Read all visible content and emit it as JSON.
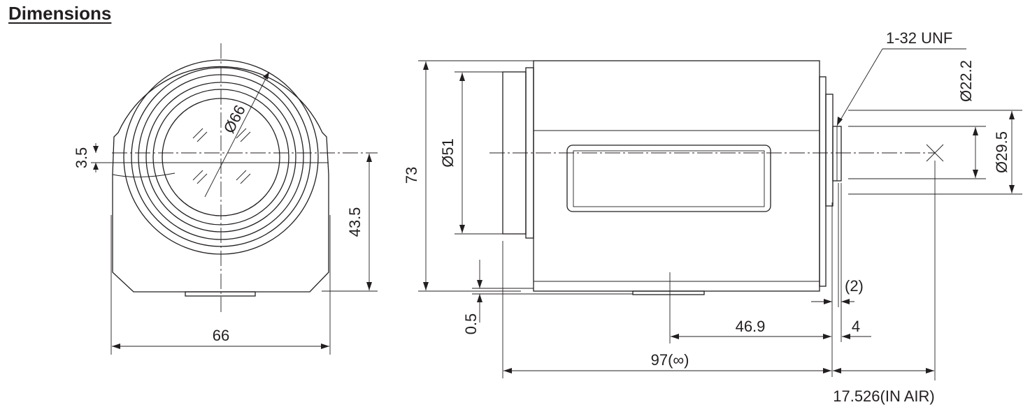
{
  "title": "Dimensions",
  "front_view": {
    "width": "66",
    "diameter": "Ø66",
    "offset": "3.5",
    "height": "43.5"
  },
  "side_view": {
    "height": "73",
    "diameter": "Ø51",
    "thread": "1-32 UNF",
    "mount_inner": "Ø22.2",
    "mount_outer": "Ø29.5",
    "bottom_offset": "0.5",
    "flange_gap": "(2)",
    "center_to_flange": "46.9",
    "flange_thickness": "4",
    "total_length": "97(∞)",
    "back_focus": "17.526(IN AIR)"
  },
  "colors": {
    "line": "#231f20",
    "background": "#ffffff"
  }
}
